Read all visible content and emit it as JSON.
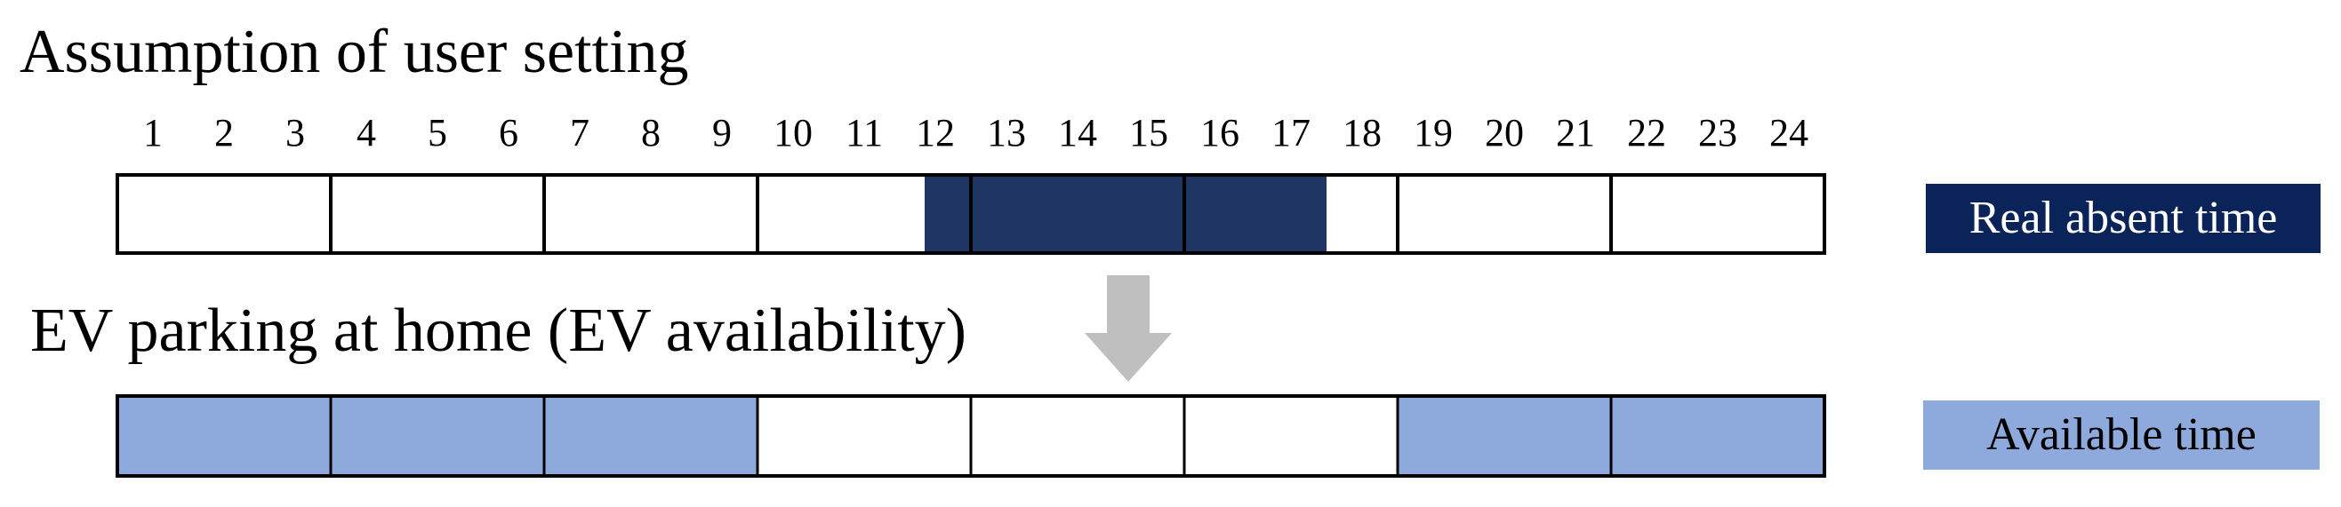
{
  "titles": {
    "user_setting": "Assumption of user setting",
    "availability": "EV parking at home (EV availability)"
  },
  "hours": [
    "1",
    "2",
    "3",
    "4",
    "5",
    "6",
    "7",
    "8",
    "9",
    "10",
    "11",
    "12",
    "13",
    "14",
    "15",
    "16",
    "17",
    "18",
    "19",
    "20",
    "21",
    "22",
    "23",
    "24"
  ],
  "absent_row": {
    "absent_hours": [
      12,
      13,
      14,
      15,
      16,
      17
    ],
    "partial_start_fraction": 0.35,
    "group_size": 3,
    "fill_color": "#1f3664"
  },
  "available_row": {
    "available_hours": [
      1,
      2,
      3,
      4,
      5,
      6,
      7,
      8,
      9,
      19,
      20,
      21,
      22,
      23,
      24
    ],
    "group_size": 3,
    "fill_color": "#8eaadc"
  },
  "legend": {
    "absent_label": "Real absent time",
    "available_label": "Available time",
    "absent_color": "#0a2358",
    "available_color": "#8eaadc"
  },
  "arrow": {
    "color": "#bfbfbf",
    "direction": "down"
  }
}
